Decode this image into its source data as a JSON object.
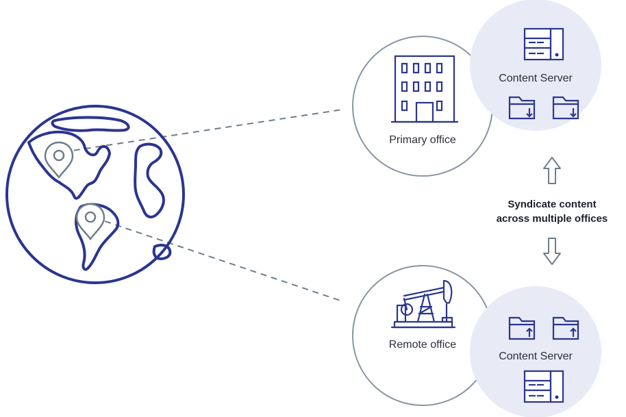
{
  "offices": {
    "primary": {
      "label": "Primary office"
    },
    "remote": {
      "label": "Remote office"
    }
  },
  "servers": {
    "top": {
      "label": "Content Server"
    },
    "bottom": {
      "label": "Content Server"
    }
  },
  "sync": {
    "line1": "Syndicate content",
    "line2": "across multiple offices"
  },
  "colors": {
    "navy": "#2a3590",
    "gray": "#6e7d8a",
    "circle_fill": "#e8eaf6",
    "circle_border": "#8a96a3"
  },
  "icons": [
    "globe-icon",
    "map-pin-icon",
    "office-building-icon",
    "oil-pump-icon",
    "server-icon",
    "folder-download-icon",
    "folder-upload-icon",
    "arrow-up-icon",
    "arrow-down-icon"
  ]
}
